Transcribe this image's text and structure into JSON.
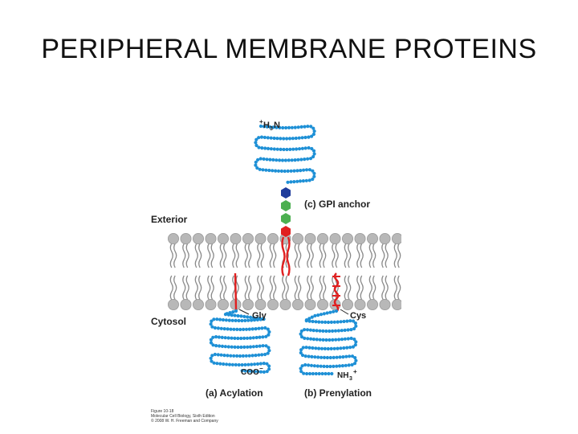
{
  "slide": {
    "title": "PERIPHERAL MEMBRANE PROTEINS"
  },
  "diagram": {
    "region_exterior": "Exterior",
    "region_cytosol": "Cytosol",
    "gpi_label": "(c) GPI anchor",
    "n_terminus": "H",
    "n_terminus_sub": "3",
    "n_terminus_end": "N",
    "n_terminus_charge": "+",
    "gly_label": "Gly",
    "cys_label": "Cys",
    "coo_label": "COO",
    "coo_charge": "−",
    "nh3_label": "NH",
    "nh3_sub": "3",
    "nh3_charge": "+",
    "acylation_label": "(a) Acylation",
    "prenylation_label": "(b) Prenylation",
    "colors": {
      "protein_chain": "#1e90d6",
      "lipid_anchor": "#e02020",
      "membrane_head": "#b8b8b8",
      "membrane_tail": "#8a8a8a",
      "sugar_green": "#4caf50",
      "sugar_blue": "#1f3c9c"
    }
  },
  "caption": {
    "line1": "Figure 10-18",
    "line2": "Molecular Cell Biology, Sixth Edition",
    "line3": "© 2008 W. H. Freeman and Company"
  }
}
